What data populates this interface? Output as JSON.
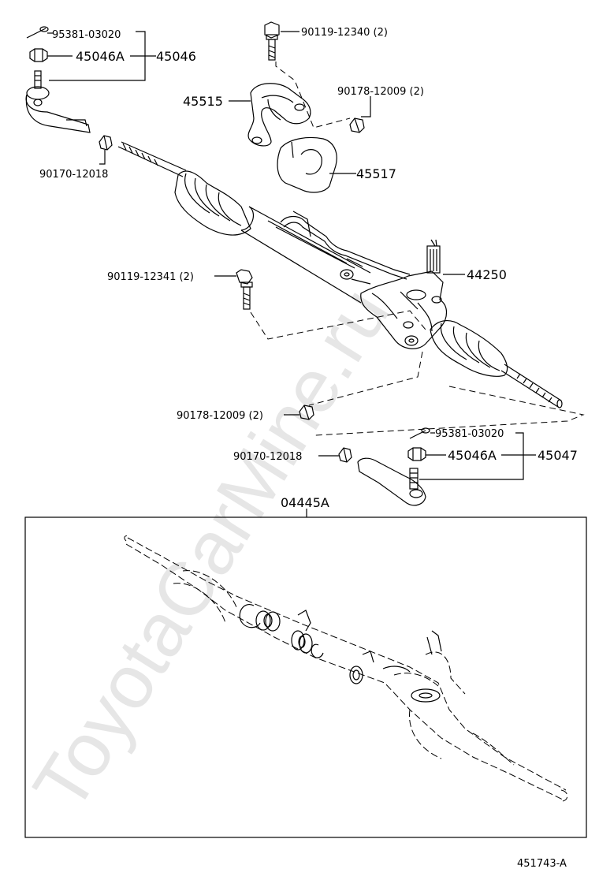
{
  "watermark": "ToyotaCarMine.ru",
  "diagram_code": "451743-A",
  "labels": {
    "cotter_pin_left": "95381-03020",
    "nut_left": "45046A",
    "tie_rod_end_left": "45046",
    "bolt_top": "90119-12340 (2)",
    "nut_top": "90178-12009 (2)",
    "bracket": "45515",
    "bushing": "45517",
    "lock_nut_left": "90170-12018",
    "bolt_mid": "90119-12341 (2)",
    "gear_assembly": "44250",
    "nut_bottom": "90178-12009 (2)",
    "cotter_pin_right": "95381-03020",
    "lock_nut_right": "90170-12018",
    "nut_right": "45046A",
    "tie_rod_end_right": "45047",
    "gasket_kit": "04445A"
  }
}
